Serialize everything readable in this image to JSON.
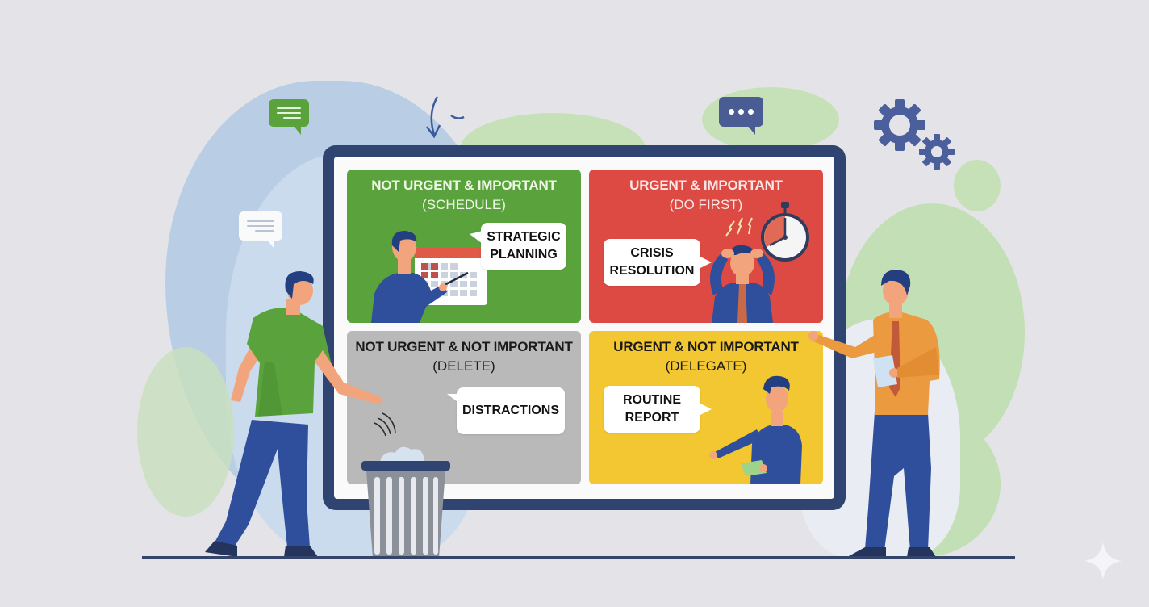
{
  "illustration": {
    "subject": "Eisenhower priority matrix",
    "colors": {
      "background": "#e4e4e8",
      "board_frame": "#2f4470",
      "quad_schedule": "#5aa33c",
      "quad_do_first": "#dc4a43",
      "quad_delete": "#b9b9b9",
      "quad_delegate": "#f2c731",
      "blob_blue": "#b5cbe3",
      "blob_green": "#c3dfb5",
      "navy": "#3b56a0"
    },
    "quadrants": [
      {
        "position": "top-left",
        "title": "NOT URGENT & IMPORTANT",
        "action": "(SCHEDULE)",
        "bubble": "STRATEGIC\nPLANNING",
        "figure": "person-pointing-at-calendar"
      },
      {
        "position": "top-right",
        "title": "URGENT & IMPORTANT",
        "action": "(DO FIRST)",
        "bubble": "CRISIS\nRESOLUTION",
        "figure": "stressed-person-with-stopwatch"
      },
      {
        "position": "bottom-left",
        "title": "NOT URGENT & NOT IMPORTANT",
        "action": "(DELETE)",
        "bubble": "DISTRACTIONS",
        "figure": "trash-can"
      },
      {
        "position": "bottom-right",
        "title": "URGENT & NOT IMPORTANT",
        "action": "(DELEGATE)",
        "bubble": "ROUTINE\nREPORT",
        "figure": "person-pointing-with-clipboard"
      }
    ],
    "decorations": [
      "green-chat-icon",
      "white-chat-icon",
      "navy-chat-dots-icon",
      "gears-icon",
      "curved-arrow-icon",
      "sparkle-icon"
    ],
    "people": [
      {
        "side": "left",
        "shirt": "green",
        "action": "throwing paper into trash"
      },
      {
        "side": "right",
        "shirt": "orange with tie",
        "action": "pointing at board holding paper"
      }
    ]
  }
}
